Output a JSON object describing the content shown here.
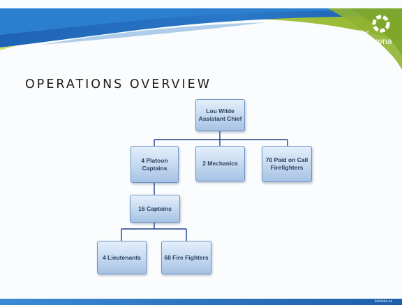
{
  "slide": {
    "title": "OPERATIONS OVERVIEW",
    "logo": {
      "city": "City of",
      "word": "Kelowna"
    },
    "footer": "kelowna.ca"
  },
  "org_chart": {
    "nodes": {
      "assistant_chief": "Lou Wilde Assistant Chief",
      "platoon_captains": "4 Platoon Captains",
      "mechanics": "2 Mechanics",
      "paid_on_call": "70 Paid on Call Firefighters",
      "captains": "16 Captains",
      "lieutenants": "4 Lieutenants",
      "fire_fighters": "68 Fire Fighters"
    },
    "edges": [
      [
        "assistant_chief",
        "platoon_captains"
      ],
      [
        "assistant_chief",
        "mechanics"
      ],
      [
        "assistant_chief",
        "paid_on_call"
      ],
      [
        "platoon_captains",
        "captains"
      ],
      [
        "captains",
        "lieutenants"
      ],
      [
        "captains",
        "fire_fighters"
      ]
    ]
  },
  "colors": {
    "header_blue": "#1f63b4",
    "header_green": "#a3c43b",
    "header_yellow": "#ede56a",
    "node_border": "#6f97c7",
    "connector": "#1f3f8f"
  }
}
